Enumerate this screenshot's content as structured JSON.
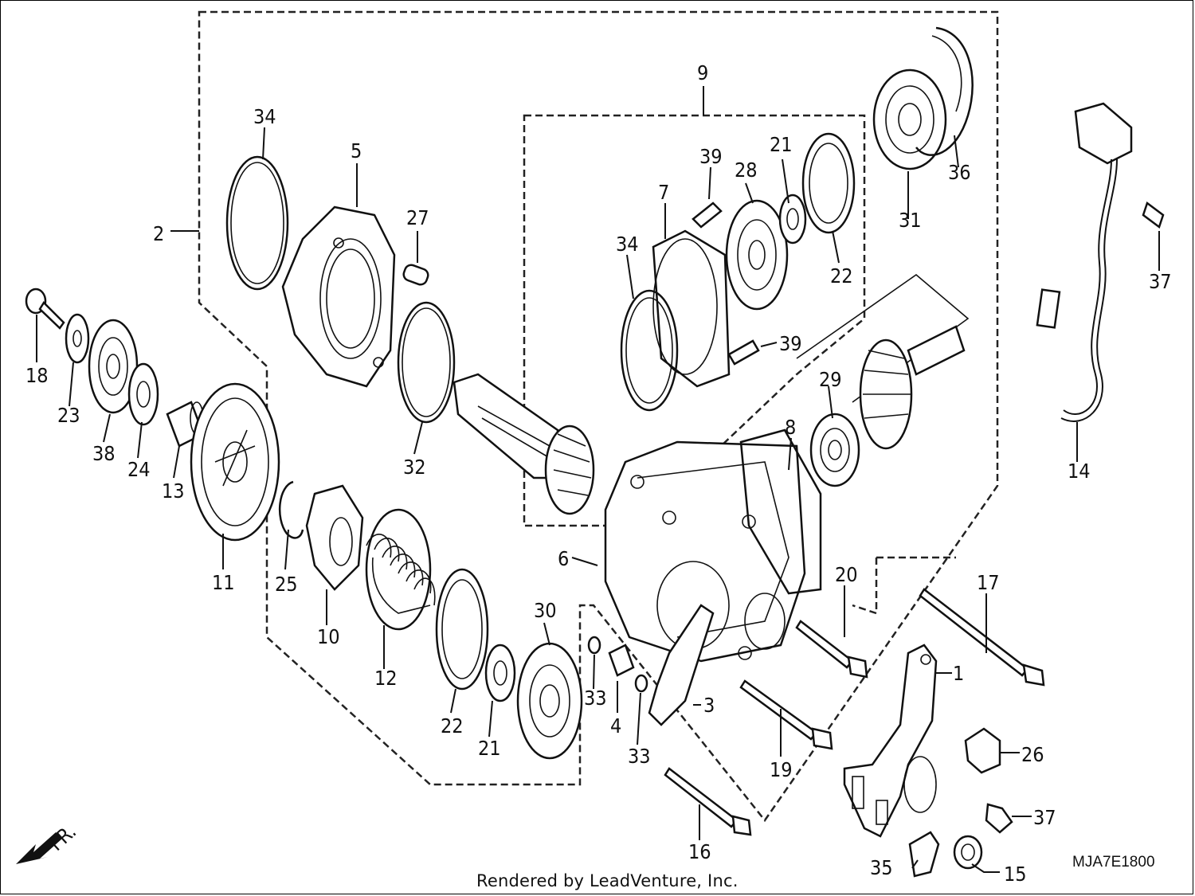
{
  "diagram": {
    "credit": "Rendered by LeadVenture, Inc.",
    "drawing_code": "MJA7E1800",
    "front_marker": "FR.",
    "callouts": {
      "c1": "1",
      "c2": "2",
      "c3": "3",
      "c4": "4",
      "c5": "5",
      "c6": "6",
      "c7": "7",
      "c8": "8",
      "c9": "9",
      "c10": "10",
      "c11": "11",
      "c12": "12",
      "c13": "13",
      "c14": "14",
      "c15": "15",
      "c16": "16",
      "c17": "17",
      "c18": "18",
      "c19": "19",
      "c20": "20",
      "c21": "21",
      "c22": "22",
      "c23": "23",
      "c24": "24",
      "c25": "25",
      "c26": "26",
      "c27": "27",
      "c28": "28",
      "c29": "29",
      "c30": "30",
      "c31": "31",
      "c32": "32",
      "c33": "33",
      "c34": "34",
      "c35": "35",
      "c36": "36",
      "c37": "37",
      "c38": "38",
      "c39": "39"
    }
  }
}
